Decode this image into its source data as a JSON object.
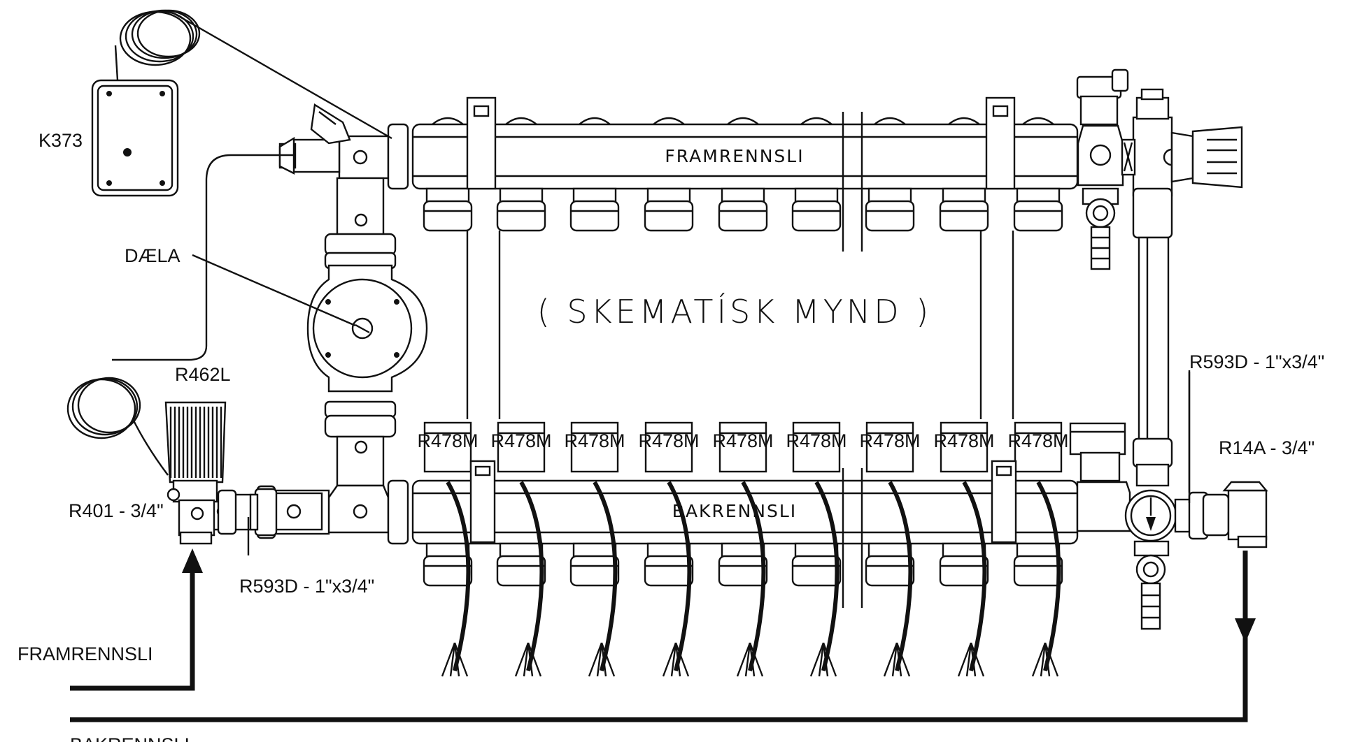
{
  "diagram": {
    "title": "( SKEMATÍSK MYND )",
    "supply_bar_label": "FRAMRENNSLI",
    "return_bar_label": "BAKRENNSLI",
    "actuator_label": "R478M",
    "actuator_count": 9,
    "labels": {
      "thermostat": "K373",
      "pump": "DÆLA",
      "valve_head": "R462L",
      "left_union": "R401 - 3/4\"",
      "left_fitting": "R593D - 1\"x3/4\"",
      "right_fitting": "R593D - 1\"x3/4\"",
      "right_valve": "R14A - 3/4\"",
      "supply_inlet": "FRAMRENNSLI",
      "return_outlet": "BAKRENNSLI"
    }
  }
}
